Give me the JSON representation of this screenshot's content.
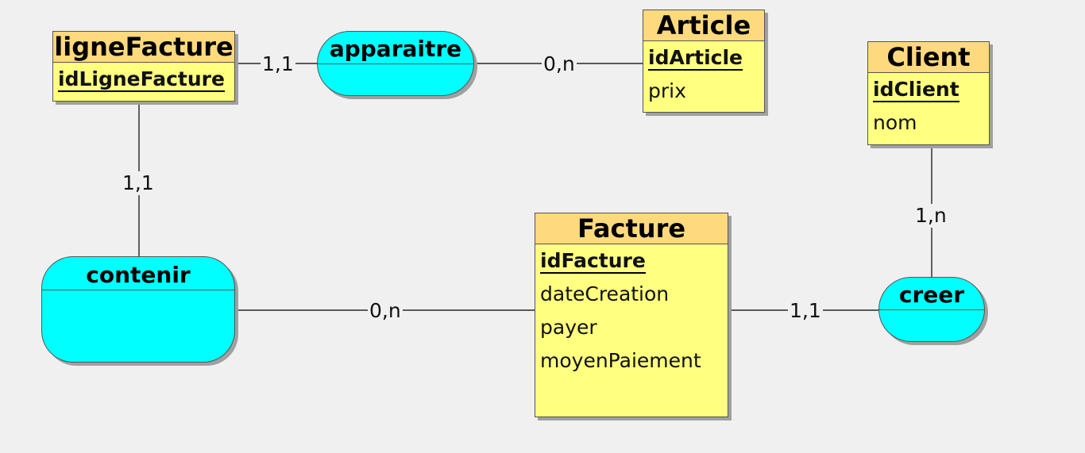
{
  "entities": {
    "ligneFacture": {
      "title": "ligneFacture",
      "attributes": [
        "idLigneFacture"
      ]
    },
    "article": {
      "title": "Article",
      "attributes": [
        "idArticle",
        "prix"
      ]
    },
    "client": {
      "title": "Client",
      "attributes": [
        "idClient",
        "nom"
      ]
    },
    "facture": {
      "title": "Facture",
      "attributes": [
        "idFacture",
        "dateCreation",
        "payer",
        "moyenPaiement"
      ]
    }
  },
  "associations": {
    "apparaitre": "apparaitre",
    "contenir": "contenir",
    "creer": "creer"
  },
  "cardinalities": {
    "ligneFacture_apparaitre": "1,1",
    "apparaitre_article": "0,n",
    "ligneFacture_contenir": "1,1",
    "contenir_facture": "0,n",
    "client_creer": "1,n",
    "facture_creer": "1,1"
  }
}
